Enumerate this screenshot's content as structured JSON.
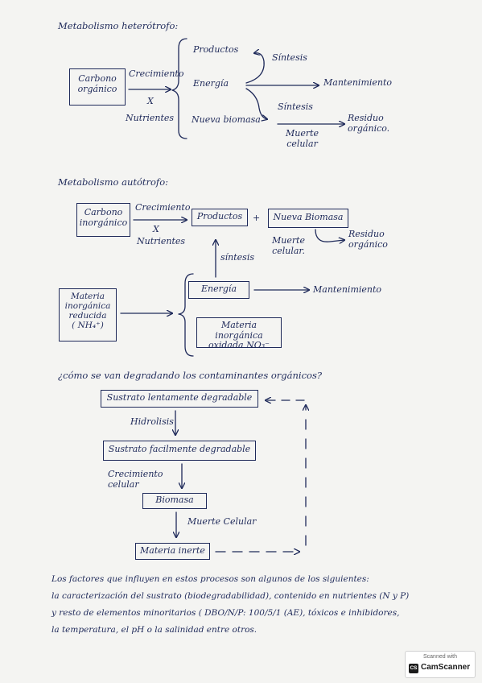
{
  "hetero": {
    "title": "Metabolismo heterótrofo:",
    "carbono": "Carbono\norgánico",
    "crecimiento": "Crecimiento",
    "x": "X",
    "nutrientes": "Nutrientes",
    "productos": "Productos",
    "energia": "Energía",
    "nueva_biomasa": "Nueva biomasa",
    "sintesis_1": "Síntesis",
    "sintesis_2": "Síntesis",
    "mantenimiento": "Mantenimiento",
    "muerte": "Muerte\ncelular",
    "residuo": "Residuo\norgánico."
  },
  "auto": {
    "title": "Metabolismo autótrofo:",
    "carbono": "Carbono\ninorgánico",
    "crecimiento": "Crecimiento",
    "x": "X",
    "nutrientes": "Nutrientes",
    "productos": "Productos",
    "plus": "+",
    "nueva_biomasa": "Nueva Biomasa",
    "muerte": "Muerte\ncelular.",
    "residuo": "Residuo\norgánico",
    "sintesis": "síntesis",
    "materia_reducida": "Materia\ninorgánica\nreducida\n( NH₄⁺)",
    "energia": "Energía",
    "mantenimiento": "Mantenimiento",
    "materia_oxidada": "Materia inorgánica\noxidada NO₃⁻"
  },
  "degradacion": {
    "question": "¿cómo se van degradando los contaminantes orgánicos?",
    "lento": "Sustrato lentamente degradable",
    "hidrolisis": "Hidrolisis",
    "facil": "Sustrato facilmente degradable",
    "crecimiento": "Crecimiento\ncelular",
    "biomasa": "Biomasa",
    "muerte": "Muerte Celular",
    "inerte": "Materia inerte"
  },
  "paragraph": {
    "line1": "Los factores que influyen en estos procesos son algunos de los siguientes:",
    "line2": "la caracterización del sustrato (biodegradabilidad), contenido en nutrientes (N y P)",
    "line3": "y resto de elementos minoritarios ( DBO/N/P: 100/5/1 (AE), tóxicos e inhibidores,",
    "line4": "la temperatura, el pH o la salinidad entre otros."
  },
  "badge": {
    "scanned": "Scanned with",
    "cs": "CS",
    "name": "CamScanner"
  },
  "colors": {
    "ink": "#1f2a5a",
    "paper": "#f4f4f2"
  }
}
